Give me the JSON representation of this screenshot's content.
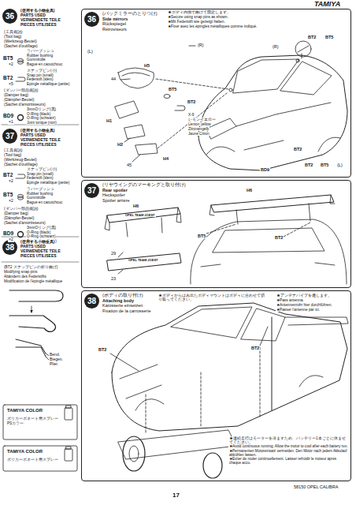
{
  "diagram": {
    "nodes": [
      {
        "text": [
          "(バックミラーのとりつけ)",
          "Side mirrors",
          "Rückspiegel",
          "Rétroviseurs"
        ]
      },
      {
        "text": [
          "36"
        ],
        "in": 0
      },
      {
        "text": [
          "(リヤウイングのマーキングと取り付け)",
          "Rear spoiler",
          "Heckspoiler",
          "Spoiler arrière"
        ]
      },
      {
        "text": [
          "37"
        ],
        "in": 2
      },
      {
        "text": [
          "(ボディの取り付け)",
          "Attaching body",
          "Karosserie einsetzen",
          "Fixation de la carrosserie"
        ]
      },
      {
        "text": [
          "38"
        ],
        "in": 4
      },
      {
        "text": [
          "36"
        ]
      },
      {
        "text": [
          "37"
        ]
      },
      {
        "text": [
          "38"
        ]
      }
    ],
    "labels": [
      "(使用する小物金具)",
      "PARTS USED",
      "VERWENDETE TEILE",
      "PIECES UTILISEES",
      "(工具袋詰)",
      "(Tool bag)",
      "(Werkzeug-Beutel)",
      "(Sachet d'outillage)",
      "ラバーブッシュ",
      "Rubber bushing",
      "Gummitülle",
      "Bague en caoutchouc",
      "BT5",
      "×2",
      "スナップピン(小)",
      "Snap pin (small)",
      "Federstift (klein)",
      "Epingle métallique (petite)",
      "BT2",
      "×5",
      "(ダンパー部品袋詰)",
      "(Damper bag)",
      "(Dämpfer-Beutel)",
      "(Sachet d'amortisseurs)",
      "3mmOリング(黒)",
      "O-Ring (black)",
      "O-Ring (schwarz)",
      "Joint torique (noir)",
      "BD9",
      "×1",
      "(使用する小物金具)",
      "PARTS USED",
      "VERWENDETE TEILE",
      "PIECES UTILISEES",
      "(工具袋詰)",
      "(Tool bag)",
      "(Werkzeug-Beutel)",
      "(Sachet d'outillage)",
      "スナップピン(小)",
      "Snap pin (small)",
      "Federstift (klein)",
      "Epingle métallique (petite)",
      "BT2",
      "×2",
      "ラバーブッシュ",
      "Rubber bushing",
      "Gummitülle",
      "Bague en caoutchouc",
      "BT5",
      "×2",
      "(ダンパー部品袋詰)",
      "(Damper bag)",
      "(Dämpfer-Beutel)",
      "(Sachet d'amortisseurs)",
      "3mmOリング(黒)",
      "O-Ring (black)",
      "O-Ring (schwarz)",
      "Joint torique (noir)",
      "BD9",
      "×2",
      "(使用する小物金具)",
      "PARTS USED",
      "VERWENDETE TEILE",
      "PIECES UTILISEES",
      "(BT2 スナップピンの折り曲げ)",
      "Modifying snap pins",
      "Abändern des Federstifts",
      "Modification de l'épingle métallique",
      "Bend.",
      "Biegen.",
      "Plier.",
      "TAMIYA COLOR",
      "ポリカーボネート用スプレー",
      "PSカラー",
      "TAMIYA COLOR",
      "ポリカーボネート用スプレー",
      "★ボディ内側で曲げて固定します。",
      "★Secure using snap pins as shown.",
      "★Mit Federstift wie gezeigt halten.",
      "★Fixer avec les épingles métalliques comme indiqué.",
      "(L)",
      "(R)",
      "H5",
      "44",
      "H1",
      "H2",
      "45",
      "H4",
      "BT5",
      "BT2",
      "X-9",
      "レモンイエロー",
      "Lemon yellow",
      "Zitronengelb",
      "Jaune Citron",
      "BD9",
      "(R)",
      "BT2",
      "BT5",
      "BT2",
      "BT2",
      "BT5",
      "(L)",
      "H6",
      "H6",
      "OPEL TEAM JOEST",
      "BT5",
      "BT2",
      "29",
      "OPEL TEAM JOEST",
      "23",
      "★ボディからはみ出たボディマウントはボディに合わせて切り取ってください。",
      "★アンテナパイプを通します。",
      "★Pass antenna.",
      "★Antennenrohr hier durchführen.",
      "★Passer l'antenne par ici.",
      "BT2",
      "BT2",
      "★連続走行はモーターを冷ますため、バッテリー1本ごとに休ませてください。",
      "★Avoid continuous running. Allow the motor to cool after each battery run.",
      "★Permanenten Motoreinsatz vermeiden. Den Motor nach jedem Akkulauf abkühlen lassen.",
      "★Eviter de rouler continuellement. Laisser refroidir le moteur après chaque accu.",
      "58150 OPEL CALIBRA",
      "17",
      "TAMIYA"
    ]
  }
}
